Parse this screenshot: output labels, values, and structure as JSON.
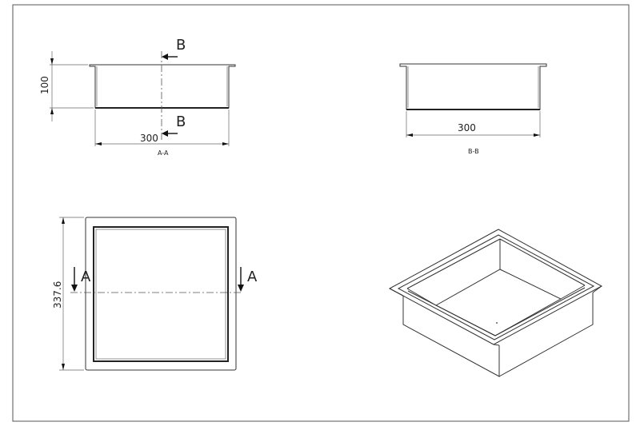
{
  "drawing": {
    "section_aa": {
      "height_dim": "100",
      "width_dim": "300",
      "cut_letter_top": "B",
      "cut_letter_bottom": "B",
      "caption": "A-A"
    },
    "section_bb": {
      "width_dim": "300",
      "caption": "B-B"
    },
    "top_view": {
      "height_dim": "337.6",
      "cut_letter_left": "A",
      "cut_letter_right": "A"
    },
    "iso_view": {}
  }
}
